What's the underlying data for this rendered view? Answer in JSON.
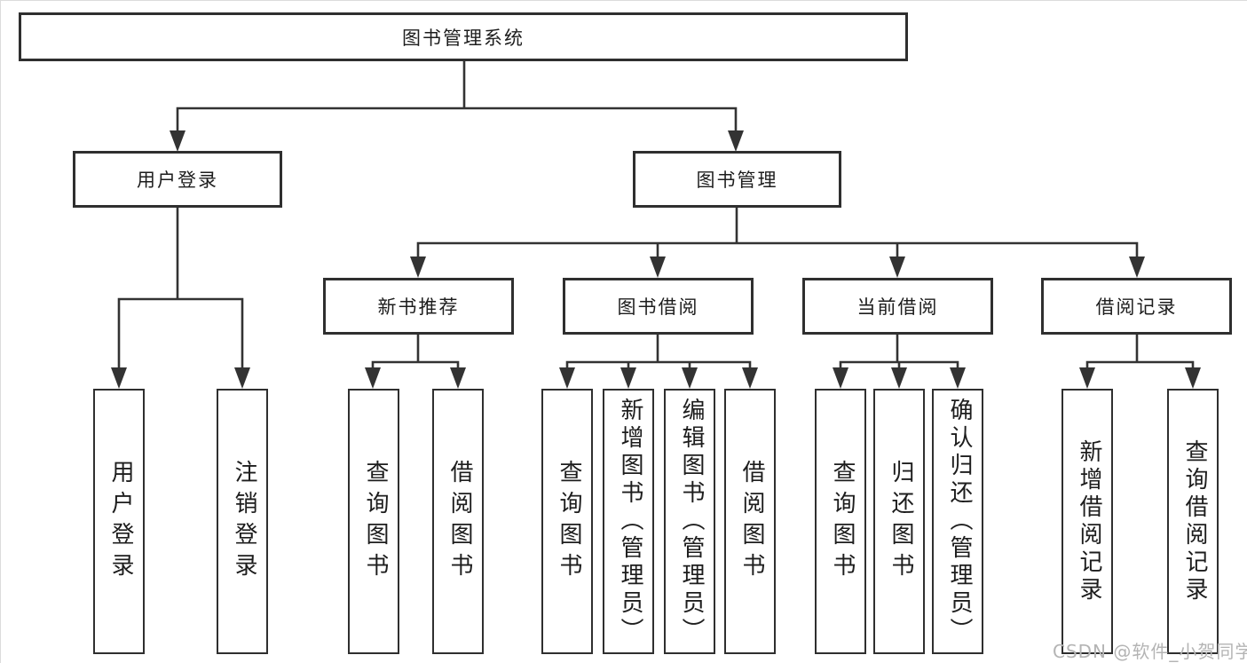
{
  "diagram": {
    "title": "图书管理系统",
    "branches": [
      {
        "label": "用户登录",
        "leaves": [
          "用户登录",
          "注销登录"
        ]
      },
      {
        "label": "图书管理",
        "sections": [
          {
            "label": "新书推荐",
            "leaves": [
              "查询图书",
              "借阅图书"
            ]
          },
          {
            "label": "图书借阅",
            "leaves": [
              "查询图书",
              "新增图书（管理员）",
              "编辑图书（管理员）",
              "借阅图书"
            ]
          },
          {
            "label": "当前借阅",
            "leaves": [
              "查询图书",
              "归还图书",
              "确认归还（管理员）"
            ]
          },
          {
            "label": "借阅记录",
            "leaves": [
              "新增借阅记录",
              "查询借阅记录"
            ]
          }
        ]
      }
    ]
  },
  "watermark": "CSDN @软件_小贺同学",
  "colors": {
    "line": "#333333",
    "border": "#2f2f2f",
    "text": "#1d1d1d",
    "watermark": "#b4b4b4",
    "background": "#ffffff"
  }
}
